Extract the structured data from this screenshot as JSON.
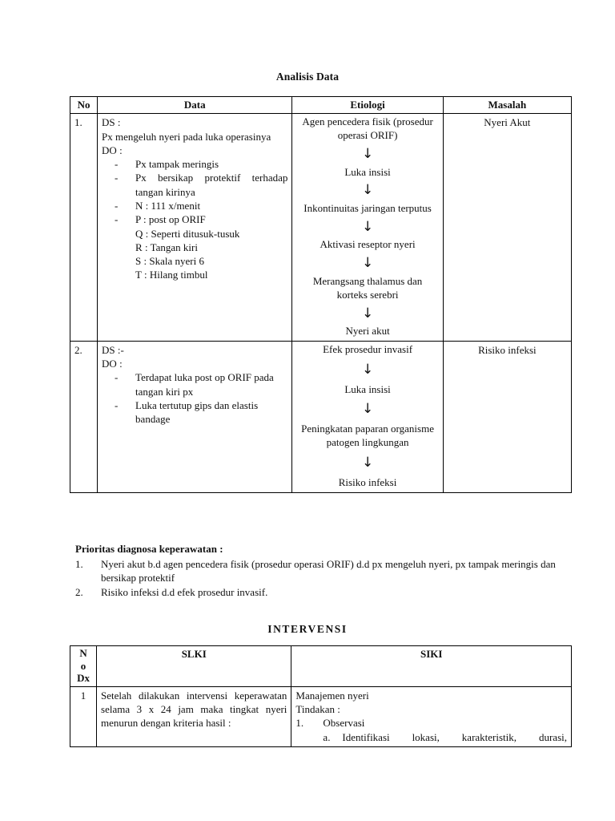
{
  "document": {
    "headings": {
      "analisis": "Analisis Data",
      "intervensi": "INTERVENSI"
    }
  },
  "table_analisis": {
    "headers": {
      "no": "No",
      "data": "Data",
      "etiologi": "Etiologi",
      "masalah": "Masalah"
    },
    "rows": [
      {
        "no": "1.",
        "data": {
          "ds_label": "DS :",
          "ds_text": "Px mengeluh nyeri pada luka operasinya",
          "do_label": "DO :",
          "do_items": [
            "Px tampak meringis",
            "Px bersikap protektif terhadap tangan kirinya",
            "N : 111 x/menit",
            "P : post op ORIF"
          ],
          "pqrst": [
            "Q : Seperti ditusuk-tusuk",
            "R : Tangan kiri",
            "S : Skala nyeri 6",
            "T : Hilang timbul"
          ]
        },
        "etiologi_flow": [
          "Agen pencedera fisik (prosedur operasi ORIF)",
          "Luka insisi",
          "Inkontinuitas jaringan terputus",
          "Aktivasi reseptor nyeri",
          "Merangsang thalamus dan korteks serebri",
          "Nyeri akut"
        ],
        "masalah": "Nyeri Akut"
      },
      {
        "no": "2.",
        "data": {
          "ds_label": "DS :-",
          "ds_text": "",
          "do_label": "DO :",
          "do_items": [
            "Terdapat luka post op ORIF pada tangan kiri px",
            "Luka tertutup gips dan elastis bandage"
          ],
          "pqrst": []
        },
        "etiologi_flow": [
          "Efek prosedur invasif",
          "Luka insisi",
          "Peningkatan paparan organisme patogen lingkungan",
          "Risiko infeksi"
        ],
        "masalah": "Risiko infeksi"
      }
    ],
    "arrow_glyph": "↓"
  },
  "prioritas": {
    "heading": "Prioritas diagnosa keperawatan :",
    "items": [
      {
        "num": "1.",
        "text": "Nyeri akut b.d agen pencedera fisik (prosedur operasi ORIF) d.d px mengeluh nyeri, px tampak meringis dan bersikap protektif"
      },
      {
        "num": "2.",
        "text": "Risiko infeksi d.d efek prosedur invasif."
      }
    ]
  },
  "table_intervensi": {
    "headers": {
      "no_dx_line1": "N",
      "no_dx_line2": "o",
      "no_dx_line3": "Dx",
      "slki": "SLKI",
      "siki": "SIKI"
    },
    "rows": [
      {
        "no": "1",
        "slki": "Setelah dilakukan intervensi keperawatan selama 3 x 24 jam maka tingkat nyeri menurun dengan kriteria hasil :",
        "siki": {
          "title": "Manajemen nyeri",
          "subtitle": "Tindakan :",
          "item_num": "1.",
          "item_label": "Observasi",
          "sub_mark": "a.",
          "sub_text": "Identifikasi lokasi, karakteristik, durasi,"
        }
      }
    ]
  }
}
